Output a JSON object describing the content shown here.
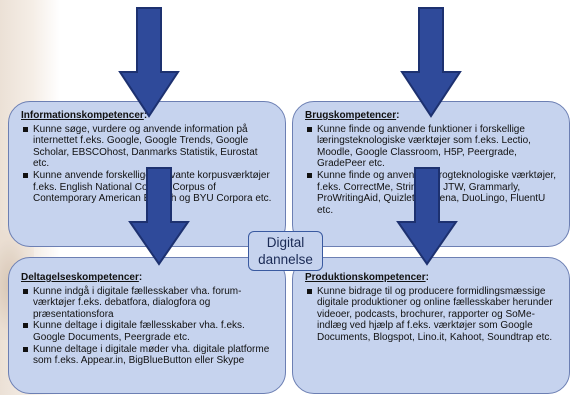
{
  "center_label": {
    "line1": "Digital",
    "line2": "dannelse"
  },
  "boxes": {
    "informations": {
      "title": "Informationskompetencer",
      "title_suffix": ":",
      "items": [
        "Kunne søge, vurdere og anvende information på internettet f.eks. Google, Google Trends, Google Scholar, EBSCOhost, Danmarks Statistik, Eurostat etc.",
        "Kunne anvende forskellige relevante korpusværktøjer f.eks. English National Corpus, Corpus of Contemporary American English og BYU Corpora etc."
      ]
    },
    "brugs": {
      "title": "Brugskompetencer",
      "title_suffix": ":",
      "items": [
        "Kunne finde og anvende funktioner i forskellige læringsteknologiske værktøjer som f.eks. Lectio, Moodle, Google Classroom, H5P, Peergrade, GradePeer etc.",
        "Kunne finde og anvende sprogteknologiske værktøjer, f.eks. CorrectMe, StringNet, JTW, Grammarly, ProWritingAid, Quizlet, Kaizena, DuoLingo, FluentU etc."
      ]
    },
    "deltagelses": {
      "title": "Deltagelseskompetencer",
      "title_suffix": ":",
      "items": [
        "Kunne indgå i digitale fællesskaber vha. forum-værktøjer f.eks. debatfora, dialogfora og præsentationsfora",
        "Kunne deltage i digitale fællesskaber vha. f.eks. Google Documents, Peergrade etc.",
        "Kunne deltage i digitale møder vha. digitale platforme som f.eks. Appear.in, BigBlueButton eller Skype"
      ]
    },
    "produktions": {
      "title": "Produktionskompetencer",
      "title_suffix": ":",
      "items": [
        "Kunne bidrage til og producere formidlingsmæssige digitale produktioner og online fællesskaber herunder videoer, podcasts, brochurer, rapporter og SoMe-indlæg ved hjælp af f.eks. værktøjer som Google Documents, Blogspot, Lino.it, Kahoot, Soundtrap etc."
      ]
    }
  },
  "colors": {
    "box_fill": "#c6d3ee",
    "box_border": "#6c7fb3",
    "arrow_fill": "#2f4a9a",
    "arrow_stroke": "#1d3170"
  }
}
